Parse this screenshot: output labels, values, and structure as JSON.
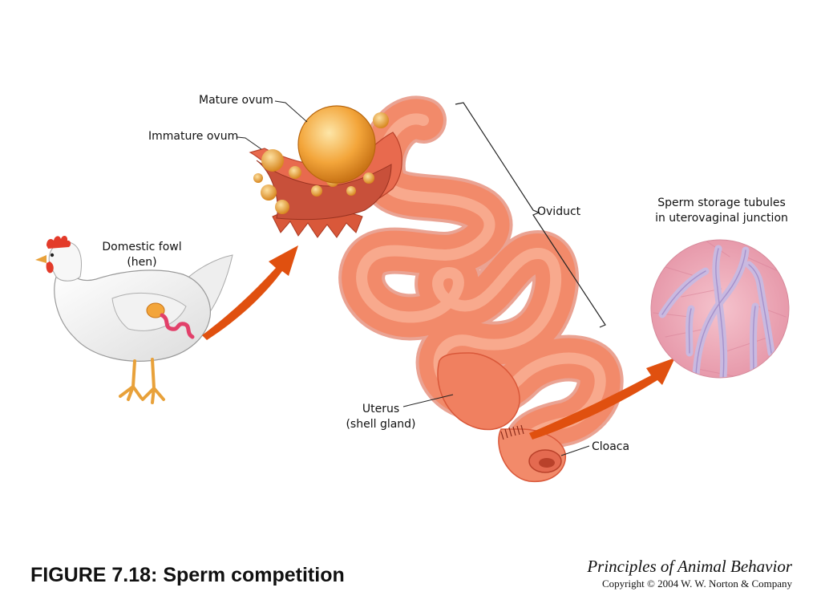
{
  "labels": {
    "mature_ovum": "Mature ovum",
    "immature_ovum": "Immature ovum",
    "oviduct": "Oviduct",
    "domestic_fowl": "Domestic fowl",
    "hen": "(hen)",
    "sperm_storage_line1": "Sperm storage tubules",
    "sperm_storage_line2": "in uterovaginal junction",
    "uterus": "Uterus",
    "shell_gland": "(shell gland)",
    "cloaca": "Cloaca"
  },
  "figure": {
    "title": "FIGURE 7.18: Sperm competition",
    "book": "Principles of Animal Behavior",
    "copyright": "Copyright © 2004 W. W. Norton & Company"
  },
  "colors": {
    "oviduct": "#f28a6a",
    "oviduct_dark": "#d9583a",
    "ovum": "#f3a53a",
    "arrow": "#e0500f",
    "tubule_bg": "#ecaab8",
    "tubule": "#c9b9e0",
    "hen_comb": "#e33b2a",
    "hen_legs": "#e8a13a"
  }
}
